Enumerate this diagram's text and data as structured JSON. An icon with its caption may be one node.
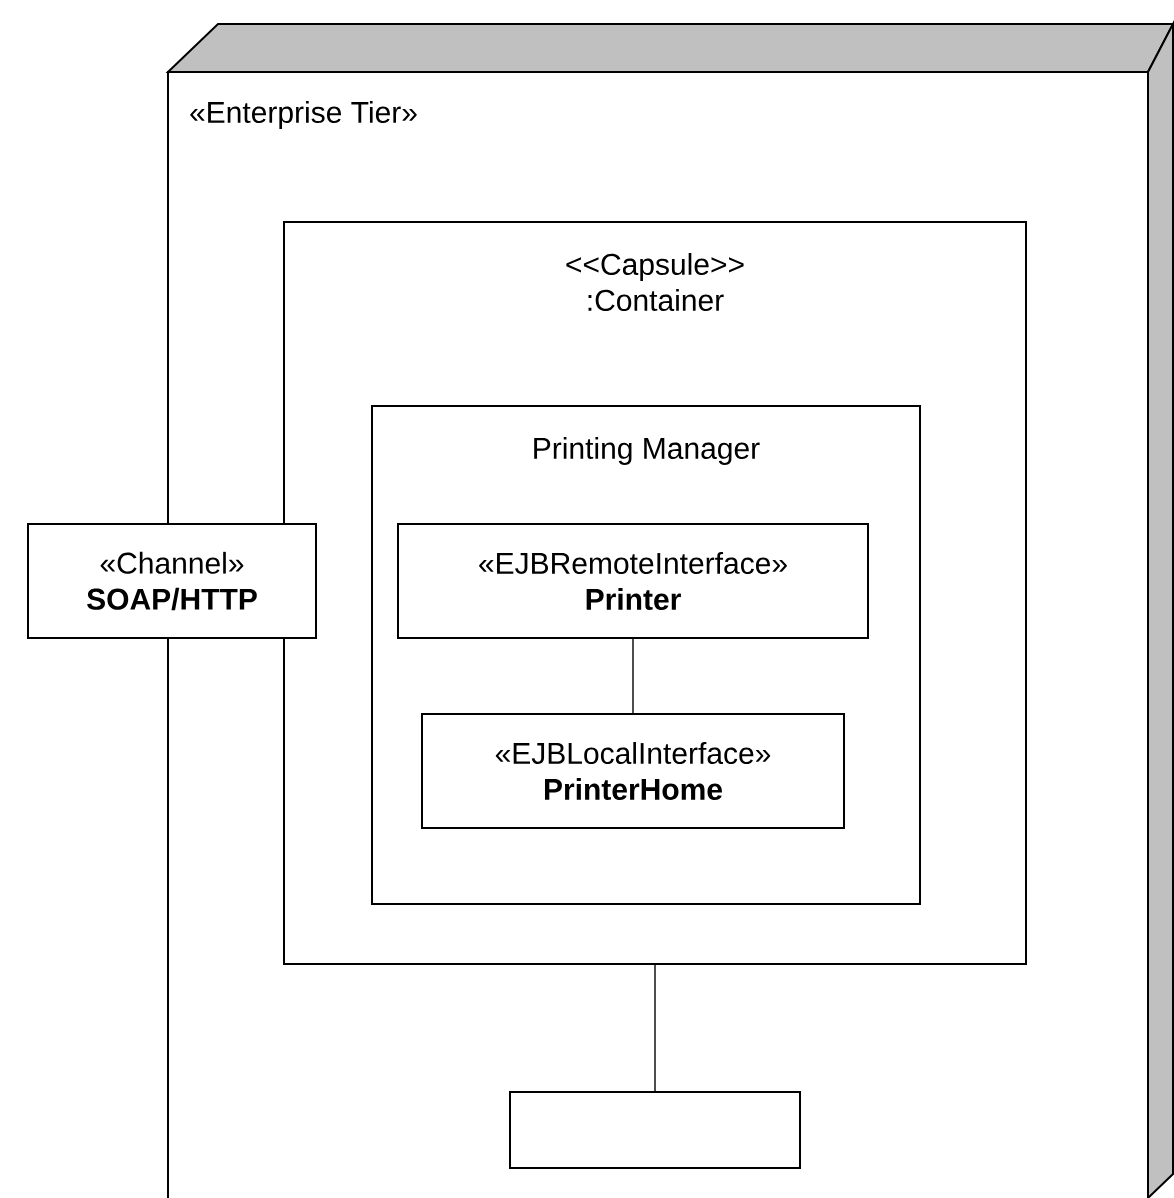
{
  "diagram": {
    "nodes": [
      {
        "text": [
          "«Enterprise Tier»"
        ]
      },
      {
        "text": [
          "<<Capsule>>",
          ":Container"
        ],
        "in": 0
      },
      {
        "text": [
          "Printing Manager"
        ],
        "in": 1
      },
      {
        "text": [
          "«EJBRemoteInterface»",
          "Printer"
        ],
        "in": 2
      },
      {
        "text": [
          "«EJBLocalInterface»",
          "PrinterHome"
        ],
        "in": 2
      },
      {
        "text": [
          "«Channel»",
          "SOAP/HTTP"
        ]
      },
      {
        "text": [],
        "shape": "box",
        "in": 0
      }
    ],
    "edges": [
      {
        "from": 3,
        "to": 4,
        "arrow": "none"
      },
      {
        "from": 1,
        "to": 6,
        "arrow": "none"
      }
    ]
  }
}
